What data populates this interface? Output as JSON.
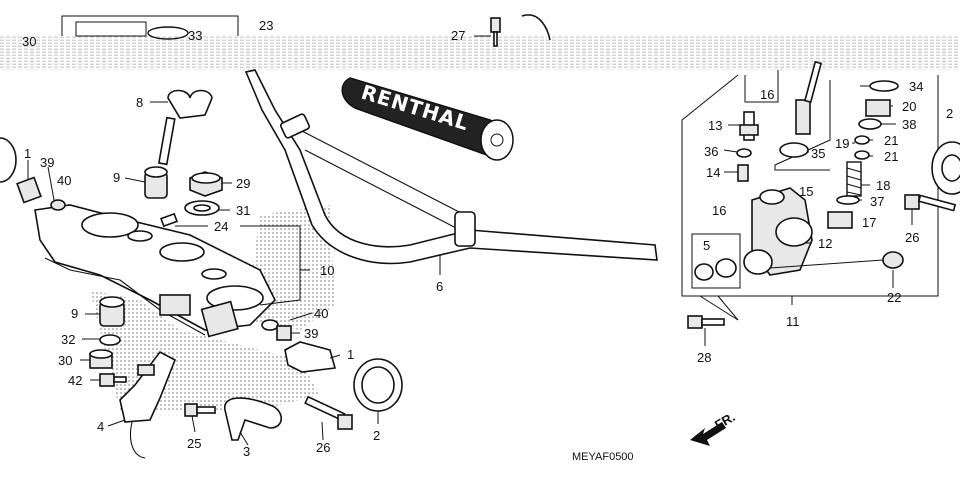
{
  "diagram": {
    "drawing_code": "MEYAF0500",
    "direction_label": "FR.",
    "grip_brand": "RENTHAL",
    "callouts": {
      "top_left_partial": "30",
      "c1a": "1",
      "c1b": "1",
      "c2a": "2",
      "c2b": "2",
      "c3": "3",
      "c4": "4",
      "c5": "5",
      "c6": "6",
      "c8": "8",
      "c9a": "9",
      "c9b": "9",
      "c10": "10",
      "c11": "11",
      "c12": "12",
      "c13": "13",
      "c14": "14",
      "c15": "15",
      "c16a": "16",
      "c16b": "16",
      "c17": "17",
      "c18": "18",
      "c19": "19",
      "c20": "20",
      "c21a": "21",
      "c21b": "21",
      "c22": "22",
      "c23": "23",
      "c24": "24",
      "c25": "25",
      "c26a": "26",
      "c26b": "26",
      "c27": "27",
      "c28": "28",
      "c29": "29",
      "c30": "30",
      "c31": "31",
      "c32": "32",
      "c33": "33",
      "c34": "34",
      "c35": "35",
      "c36": "36",
      "c37": "37",
      "c38": "38",
      "c39a": "39",
      "c39b": "39",
      "c40a": "40",
      "c40b": "40",
      "c42": "42"
    }
  }
}
